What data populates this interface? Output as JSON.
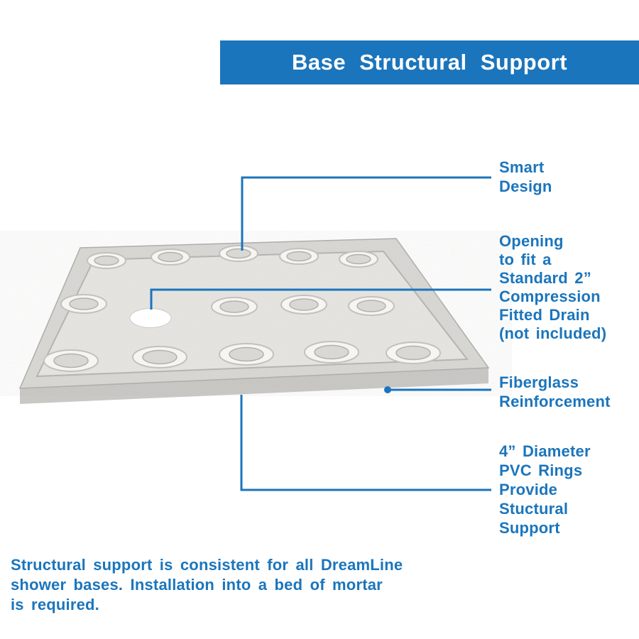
{
  "banner": {
    "title": "Base Structural Support"
  },
  "callouts": {
    "smart_design": "Smart\nDesign",
    "drain_opening": "Opening\nto fit a\nStandard 2”\nCompression\nFitted Drain\n(not included)",
    "fiberglass": "Fiberglass\nReinforcement",
    "pvc_rings": "4” Diameter\nPVC Rings\nProvide\nStuctural\nSupport"
  },
  "footer": "Structural support is consistent for all DreamLine\nshower bases. Installation into a bed of mortar\nis required.",
  "colors": {
    "accent_blue": "#1b75bc",
    "banner_text": "#ffffff",
    "tray_gray": "#d9d8d5",
    "floor_gray": "#e7e6e2"
  }
}
